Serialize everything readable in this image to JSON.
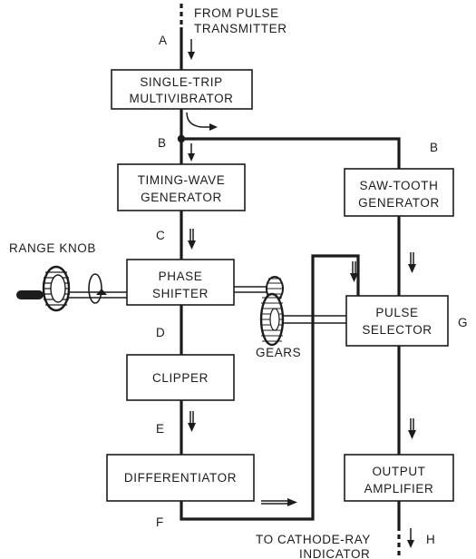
{
  "blocks": {
    "multivibrator": [
      "SINGLE-TRIP",
      "MULTIVIBRATOR"
    ],
    "timing_wave": [
      "TIMING-WAVE",
      "GENERATOR"
    ],
    "phase_shifter": [
      "PHASE",
      "SHIFTER"
    ],
    "clipper": [
      "CLIPPER"
    ],
    "differentiator": [
      "DIFFERENTIATOR"
    ],
    "saw_tooth": [
      "SAW-TOOTH",
      "GENERATOR"
    ],
    "pulse_selector": [
      "PULSE",
      "SELECTOR"
    ],
    "output_amplifier": [
      "OUTPUT",
      "AMPLIFIER"
    ]
  },
  "labels": {
    "input": [
      "FROM PULSE",
      "TRANSMITTER"
    ],
    "output": [
      "TO CATHODE-RAY",
      "INDICATOR"
    ],
    "range_knob": "RANGE KNOB",
    "gears": "GEARS"
  },
  "points": {
    "a": "A",
    "b_left": "B",
    "b_right": "B",
    "c": "C",
    "d": "D",
    "e": "E",
    "f": "F",
    "g": "G",
    "h": "H"
  }
}
